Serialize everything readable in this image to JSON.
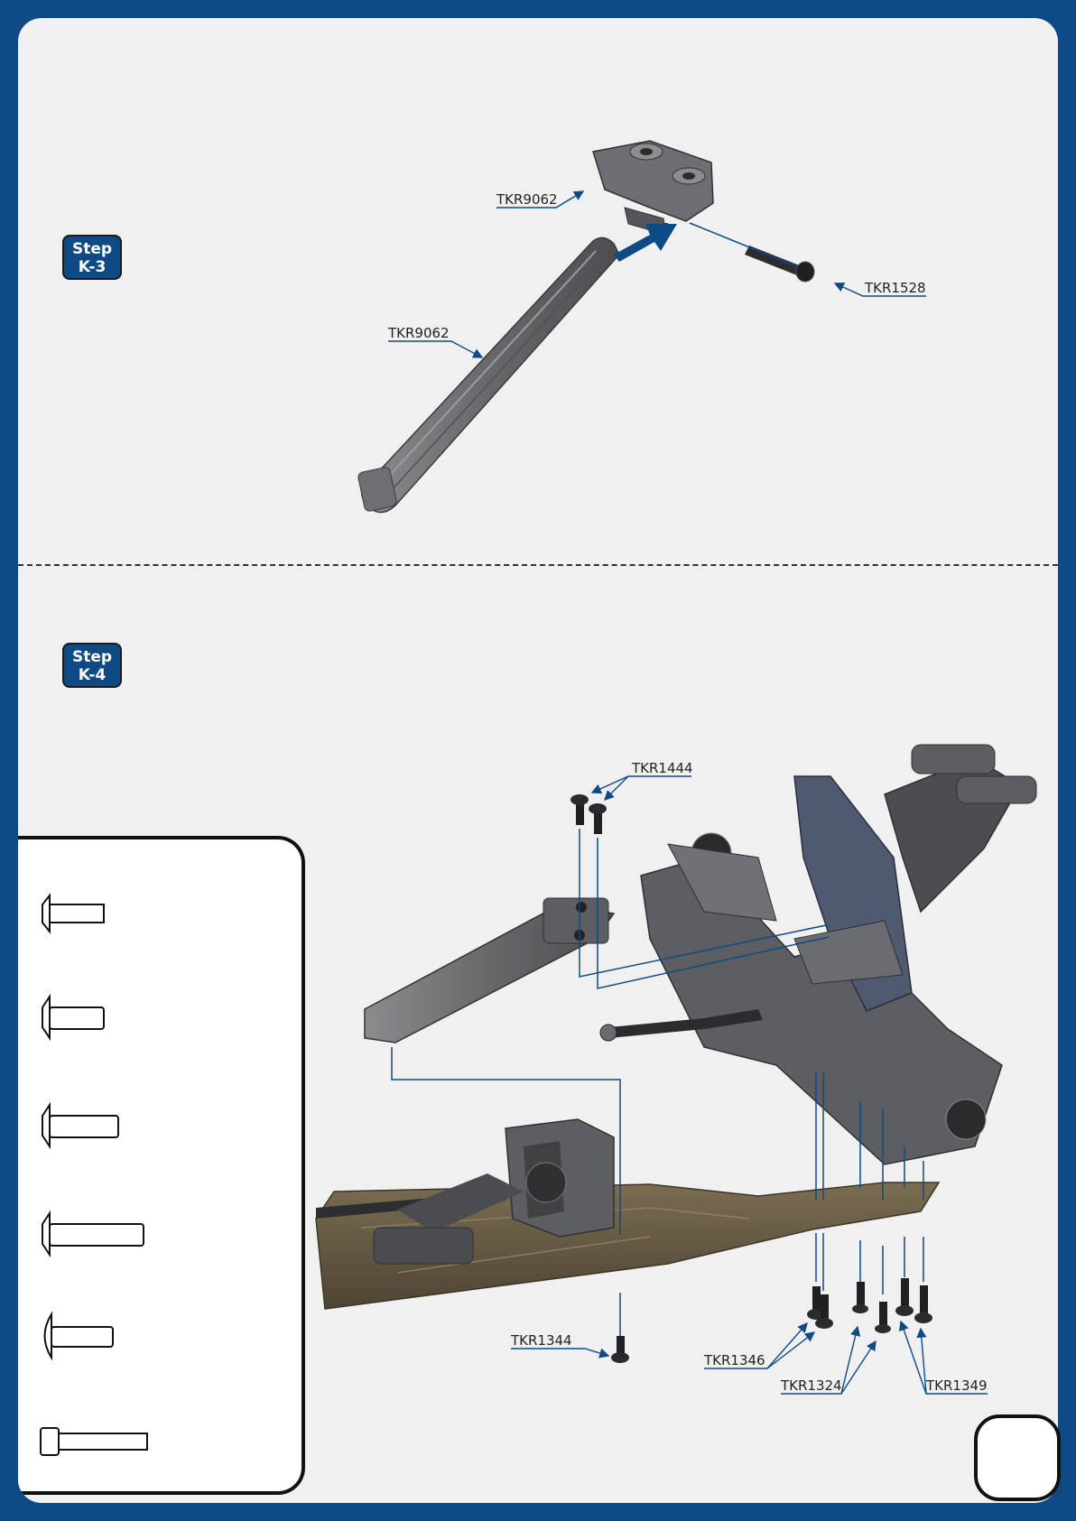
{
  "steps": [
    {
      "label_line1": "Step",
      "label_line2": "K-3"
    },
    {
      "label_line1": "Step",
      "label_line2": "K-4"
    }
  ],
  "step_k3": {
    "callouts": [
      "TKR9062",
      "TKR9062",
      "TKR1528"
    ]
  },
  "step_k4": {
    "callouts": [
      "TKR1444",
      "TKR1344",
      "TKR1346",
      "TKR1324",
      "TKR1349"
    ]
  },
  "hardware_box": {
    "items": [
      {
        "icon": "flat-head-screw-short-icon"
      },
      {
        "icon": "flat-head-screw-medium-icon"
      },
      {
        "icon": "flat-head-screw-long-icon"
      },
      {
        "icon": "flat-head-screw-xlong-icon"
      },
      {
        "icon": "button-head-screw-icon"
      },
      {
        "icon": "cap-head-screw-icon"
      }
    ]
  },
  "page_number": "",
  "colors": {
    "brand_blue": "#0d4a86",
    "part_gray": "#5d5f62",
    "chassis": "#5f5440"
  }
}
